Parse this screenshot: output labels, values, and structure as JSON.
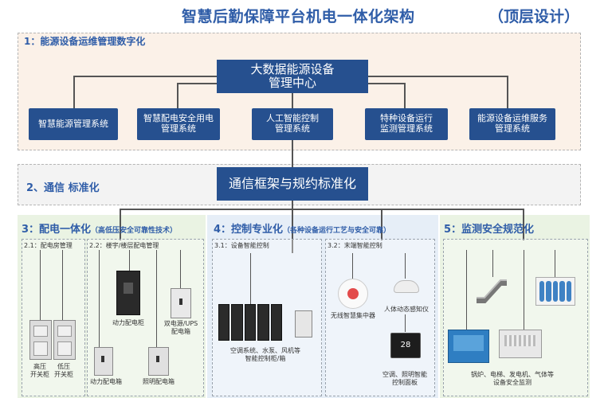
{
  "title": {
    "main": "智慧后勤保障平台机电一体化架构",
    "sub": "（顶层设计）"
  },
  "section1": {
    "heading": "1：能源设备运维管理数字化",
    "center_line1": "大数据能源设备",
    "center_line2": "管理中心",
    "systems": [
      {
        "l1": "智慧能源管理系统",
        "l2": ""
      },
      {
        "l1": "智慧配电安全用电",
        "l2": "管理系统"
      },
      {
        "l1": "人工智能控制",
        "l2": "管理系统"
      },
      {
        "l1": "特种设备运行",
        "l2": "监测管理系统"
      },
      {
        "l1": "能源设备运维服务",
        "l2": "管理系统"
      }
    ]
  },
  "section2": {
    "heading": "2、通信 标准化",
    "center": "通信框架与规约标准化"
  },
  "section3": {
    "heading": "3：配电一体化",
    "heading_note": "（高低压安全可靠性技术）",
    "sub1": "2.1：配电房管理",
    "sub2": "2.2：楼宇/楼层配电管理",
    "gaoya": [
      "高压",
      "开关柜"
    ],
    "diya": [
      "低压",
      "开关柜"
    ],
    "dongli_gui": "动力配电柜",
    "ups": [
      "双电源/UPS",
      "配电箱"
    ],
    "dongli_xiang": "动力配电箱",
    "zhaoming": "照明配电箱"
  },
  "section4": {
    "heading": "4：控制专业化",
    "heading_note": "（各种设备运行工艺与安全可靠）",
    "sub1": "3.1：设备智能控制",
    "sub2": "3.2：末端智能控制",
    "cabinets": [
      "空调系统、水泵、风机等",
      "智能控制柜/箱"
    ],
    "hub": "无线智慧集中器",
    "sensor": "人体动态感知仪",
    "panel_temp": "28",
    "panel": [
      "空调、照明智能",
      "控制面板"
    ]
  },
  "section5": {
    "heading": "5：监测安全规范化",
    "caption": [
      "锅炉、电梯、发电机、气体等",
      "设备安全监测"
    ]
  },
  "colors": {
    "title": "#2f5da8",
    "box": "#26508f"
  }
}
